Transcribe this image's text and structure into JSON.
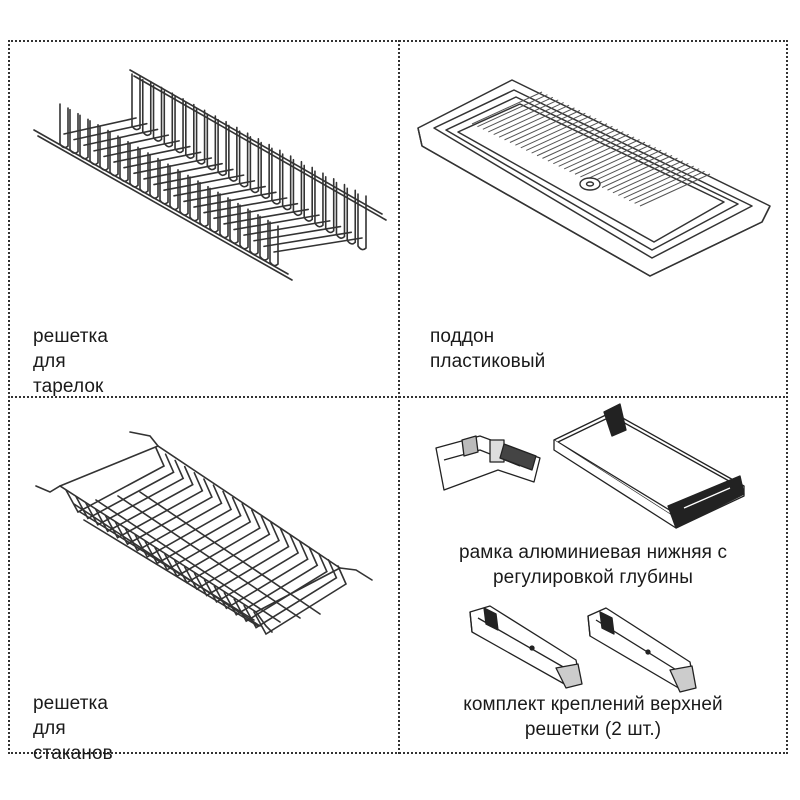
{
  "items": [
    {
      "caption": "решетка для тарелок",
      "icon": "plate-rack-illustration"
    },
    {
      "caption": "поддон пластиковый",
      "icon": "plastic-tray-illustration"
    },
    {
      "caption": "решетка для стаканов",
      "icon": "glass-rack-illustration"
    },
    {
      "caption_lines": [
        "рамка алюминиевая нижняя с",
        "регулировкой глубины"
      ],
      "icon": "aluminum-frame-illustration"
    },
    {
      "caption_lines": [
        "комплект креплений верхней",
        "решетки (2 шт.)"
      ],
      "icon": "mounting-brackets-illustration"
    }
  ],
  "colors": {
    "line": "#333333",
    "text": "#1a1a1a",
    "background": "#ffffff"
  }
}
